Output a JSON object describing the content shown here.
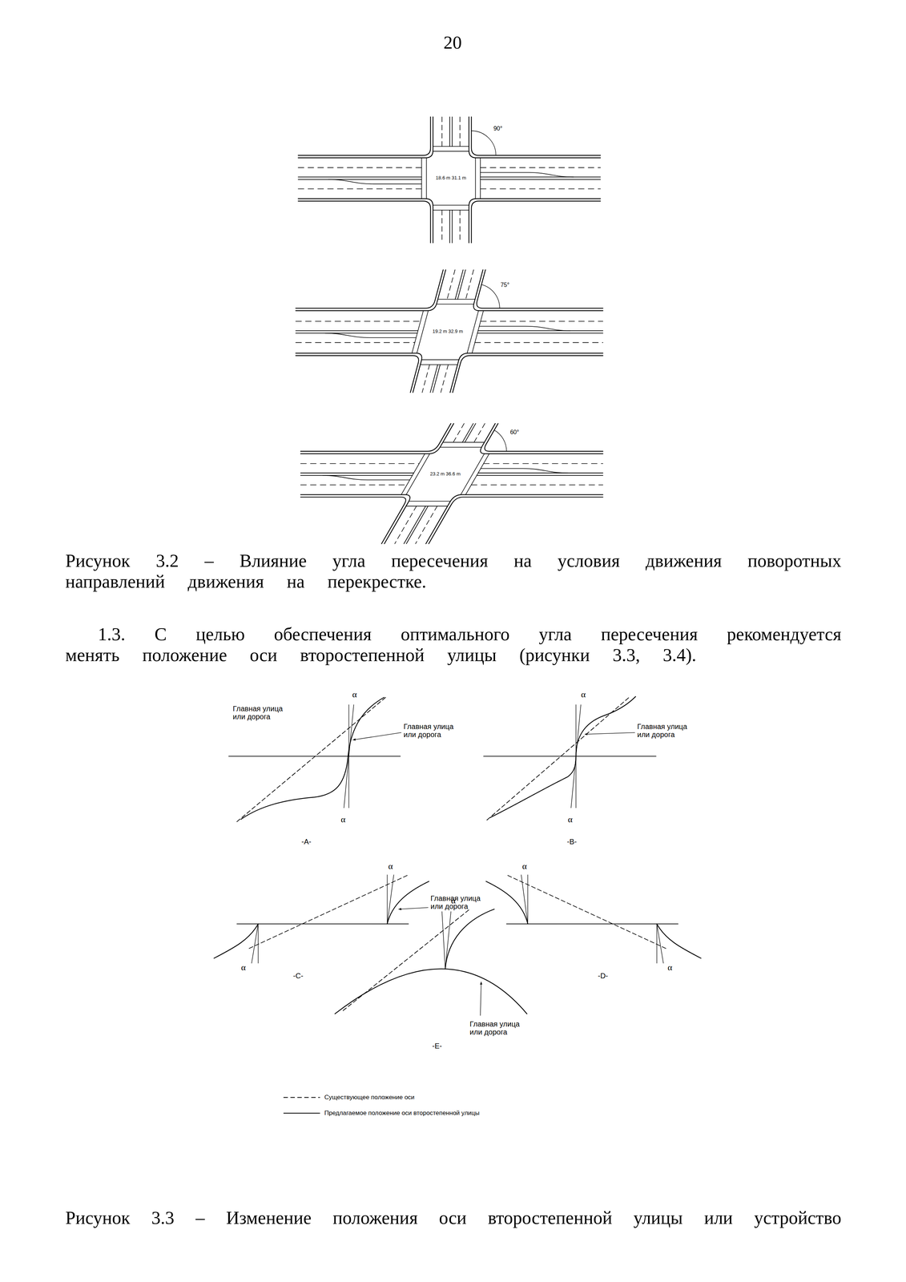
{
  "diagram": {
    "labels": [
      "20",
      "90°",
      "18.6 m 31.1 m",
      "75°",
      "19.2 m 32.9 m",
      "60°",
      "23.2 m 36.6 m",
      "Рисунок 3.2 – Влияние угла пересечения на условия движения поворотных направлений движения на перекрестке.",
      "1.3. С целью обеспечения оптимального угла пересечения рекомендуется менять положение оси второстепенной улицы (рисунки 3.3, 3.4).",
      "Главная улица или дорога",
      "α",
      "Главная улица или дорога",
      "α",
      "-A-",
      "α",
      "Главная улица или дорога",
      "α",
      "-B-",
      "α",
      "Главная улица или дорога",
      "α",
      "α",
      "α",
      "-C-",
      "-D-",
      "α",
      "Главная улица или дорога",
      "-E-",
      "Рисунок 3.3 – Изменение положения оси второстепенной улицы или устройство"
    ],
    "legend": [
      {
        "text": "Существующее положение оси"
      },
      {
        "text": "Предлагаемое положение оси второстепенной улицы"
      }
    ]
  }
}
